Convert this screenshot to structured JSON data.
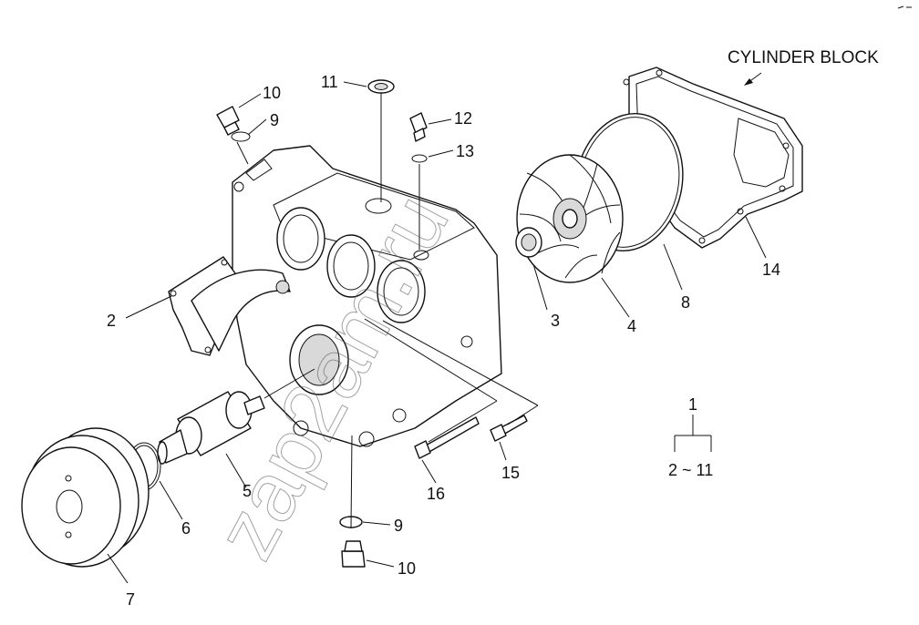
{
  "header": {
    "direction_label": "CYLINDER BLOCK"
  },
  "callouts": {
    "c1": "1",
    "c2": "2",
    "c3": "3",
    "c4": "4",
    "c5": "5",
    "c6": "6",
    "c7": "7",
    "c8": "8",
    "c9a": "9",
    "c9b": "9",
    "c10a": "10",
    "c10b": "10",
    "c11": "11",
    "c12": "12",
    "c13": "13",
    "c14": "14",
    "c15": "15",
    "c16": "16"
  },
  "assembly_note": {
    "parent": "1",
    "range": "2 ~ 11"
  },
  "watermark": "zap2am.ru"
}
